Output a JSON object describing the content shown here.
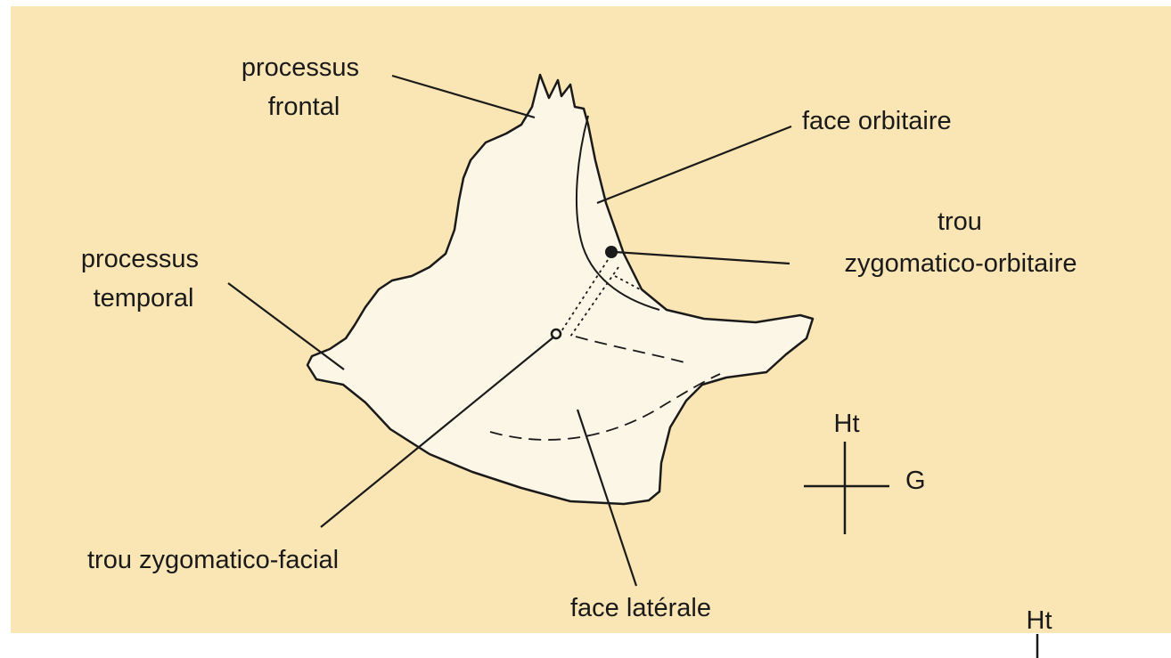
{
  "colors": {
    "background": "#fae5b4",
    "bone_fill": "#fbf6e6",
    "ink": "#1a1a1a"
  },
  "labels": {
    "processus_frontal": [
      "processus",
      "frontal"
    ],
    "face_orbitaire": "face orbitaire",
    "trou_zygomatico_orbitaire": [
      "trou",
      "zygomatico-orbitaire"
    ],
    "processus_temporal": [
      "processus",
      "temporal"
    ],
    "trou_zygomatico_facial": "trou zygomatico-facial",
    "face_laterale": "face latérale"
  },
  "orientation": {
    "up": "Ht",
    "left": "G"
  },
  "second_orientation": {
    "up": "Ht"
  }
}
